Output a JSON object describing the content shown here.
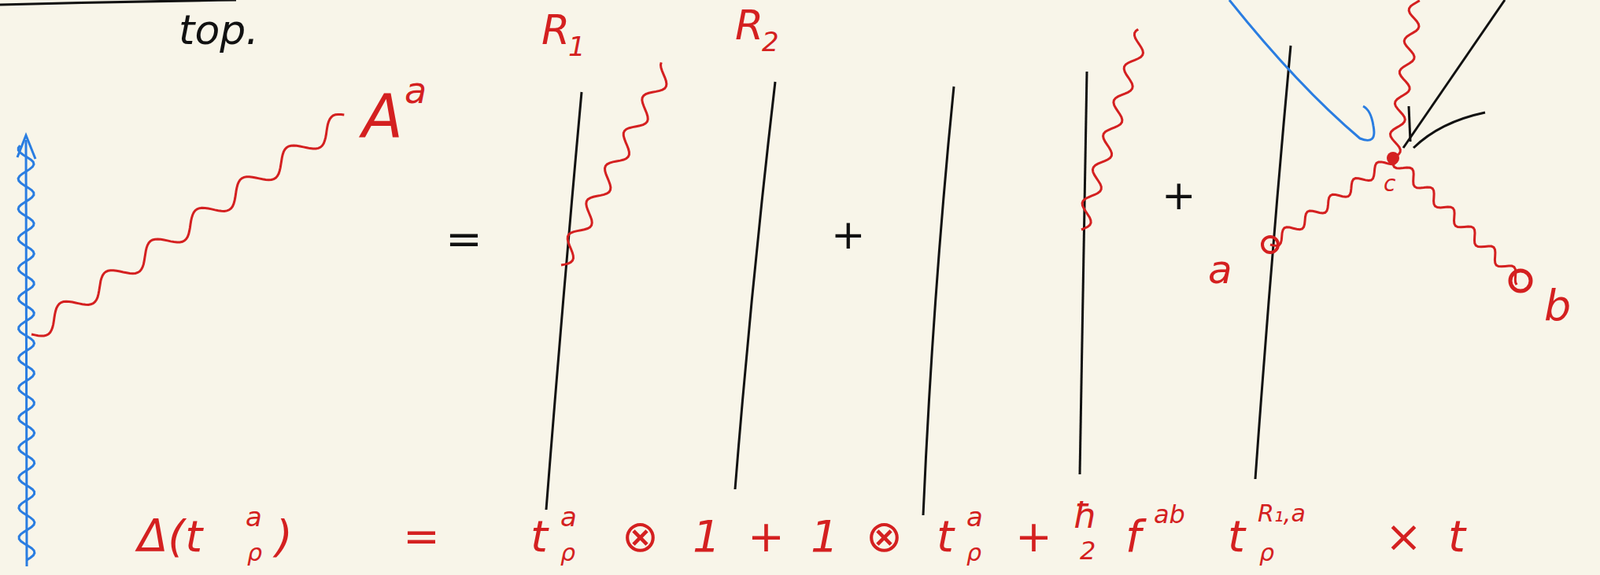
{
  "diagram": {
    "labels": [
      "top.",
      "A",
      "a",
      "R",
      "1",
      "R",
      "2",
      "=",
      "+",
      "+",
      "a",
      "c",
      "b",
      "Δ(t",
      "a",
      "ρ",
      ")",
      "=",
      "t",
      "a",
      "ρ",
      "⊗",
      "1",
      "+",
      "1",
      "⊗",
      "t",
      "a",
      "ρ",
      "+",
      "ħ",
      "2",
      "f",
      "ab",
      "t",
      "R₁,a",
      "ρ",
      "×",
      "t"
    ]
  }
}
